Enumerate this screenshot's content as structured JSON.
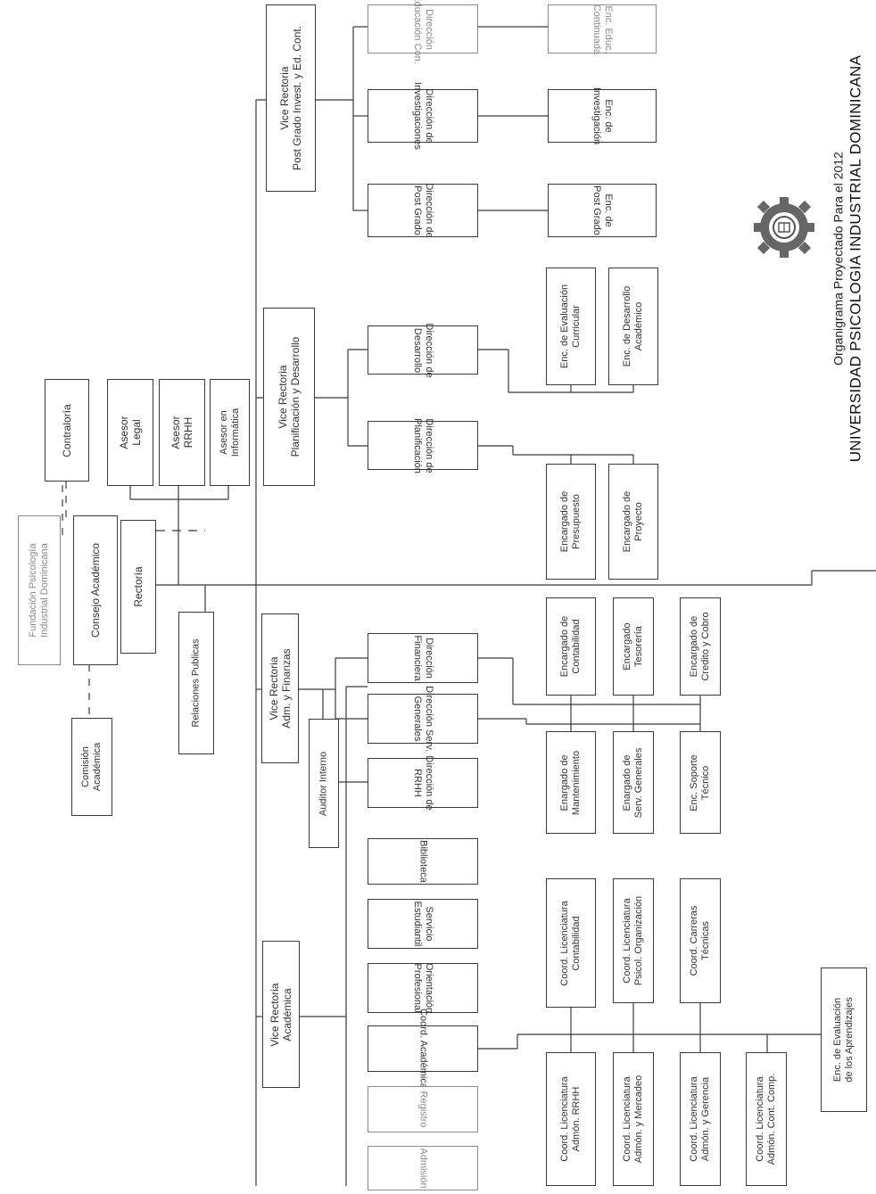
{
  "header": {
    "subtitle": "Organigrama Proyectado Para el 2012",
    "title": "UNIVERSIDAD PSICOLOGIA INDUSTRIAL DOMINICANA"
  },
  "logo": {
    "name": "university-seal-gear"
  },
  "units": {
    "fundacion": "Fundación Psicología\nIndustrial Dominicana",
    "consejo": "Consejo Académico",
    "comision": "Comisión\nAcadémica",
    "rectoria": "Rectoría",
    "relaciones": "Relaciones Publicas",
    "contraloria": "Contraloría",
    "asesor_legal": "Asesor\nLegal",
    "asesor_rrhh": "Asesor\nRRHH",
    "asesor_info": "Asesor en\nInformática",
    "auditor": "Auditor Interno",
    "vr_postgrado": "Vice Rectoria\nPost Grado Invest. y Ed. Cont.",
    "dir_educon": "Dirección\nEducación Con.",
    "enc_educon": "Enc. Educ.\nContinuada",
    "dir_invest": "Dirección de\nInvestigaciones",
    "enc_invest": "Enc. de\nInvestigación",
    "dir_postgrado": "Dirección de\nPost Grado",
    "enc_postgrado": "Enc. de\nPost Grado",
    "vr_planif": "Vice Rectoria\nPlanificación y Desarrollo",
    "dir_desarrollo": "Dirección de\nDesarrollo",
    "enc_eval_curr": "Enc. de Evaluación\nCurricular",
    "enc_des_acad": "Enc. de Desarrollo\nAcadémico",
    "dir_planif": "Dirección de\nPlanificación",
    "enc_presupuesto": "Encargado de\nPresupuesto",
    "enc_proyecto": "Encargado de\nProyecto",
    "vr_adm": "Vice Rectoria\nAdm. y Finanzas",
    "dir_financiera": "Dirección\nFinanciera",
    "dir_serv": "Dirección Serv.\nGenerales",
    "dir_rrhh": "Dirección de\nRRHH",
    "enc_contab": "Encargado de\nContabilidad",
    "enc_tesoreria": "Encargado\nTesorería",
    "enc_credito": "Encargado de\nCredito y Cobro",
    "enc_mant": "Enargado de\nMantenimiento",
    "enc_serv": "Enargado de\nServ. Generales",
    "enc_soporte": "Enc. Soporte\nTécnico",
    "vr_acad": "Vice Rectoria\nAcadémica",
    "biblioteca": "Biblioteca",
    "serv_estud": "Servicio\nEstudiantil",
    "orientacion": "Orientación\nProfesional",
    "coord_acad": "Coord. Académica",
    "registro": "Registro",
    "admision": "Admisión",
    "coord_contab": "Coord. Licenciatura\nContabilidad",
    "coord_psicol": "Coord. Licenciatura\nPsicol. Organización",
    "coord_carreras": "Coord. Carreras\nTécnicas",
    "coord_rrhh": "Coord. Licenciatura\nAdmón. RRHH",
    "coord_merc": "Coord. Licenciatura\nAdmón. y Mercadeo",
    "coord_ger": "Coord. Licenciatura\nAdmón. y Gerencia",
    "coord_comp": "Coord. Licenciatura\nAdmón. Cont. Comp.",
    "enc_eval_aprend": "Enc. de Evaluación\nde los Aprendizajes"
  }
}
